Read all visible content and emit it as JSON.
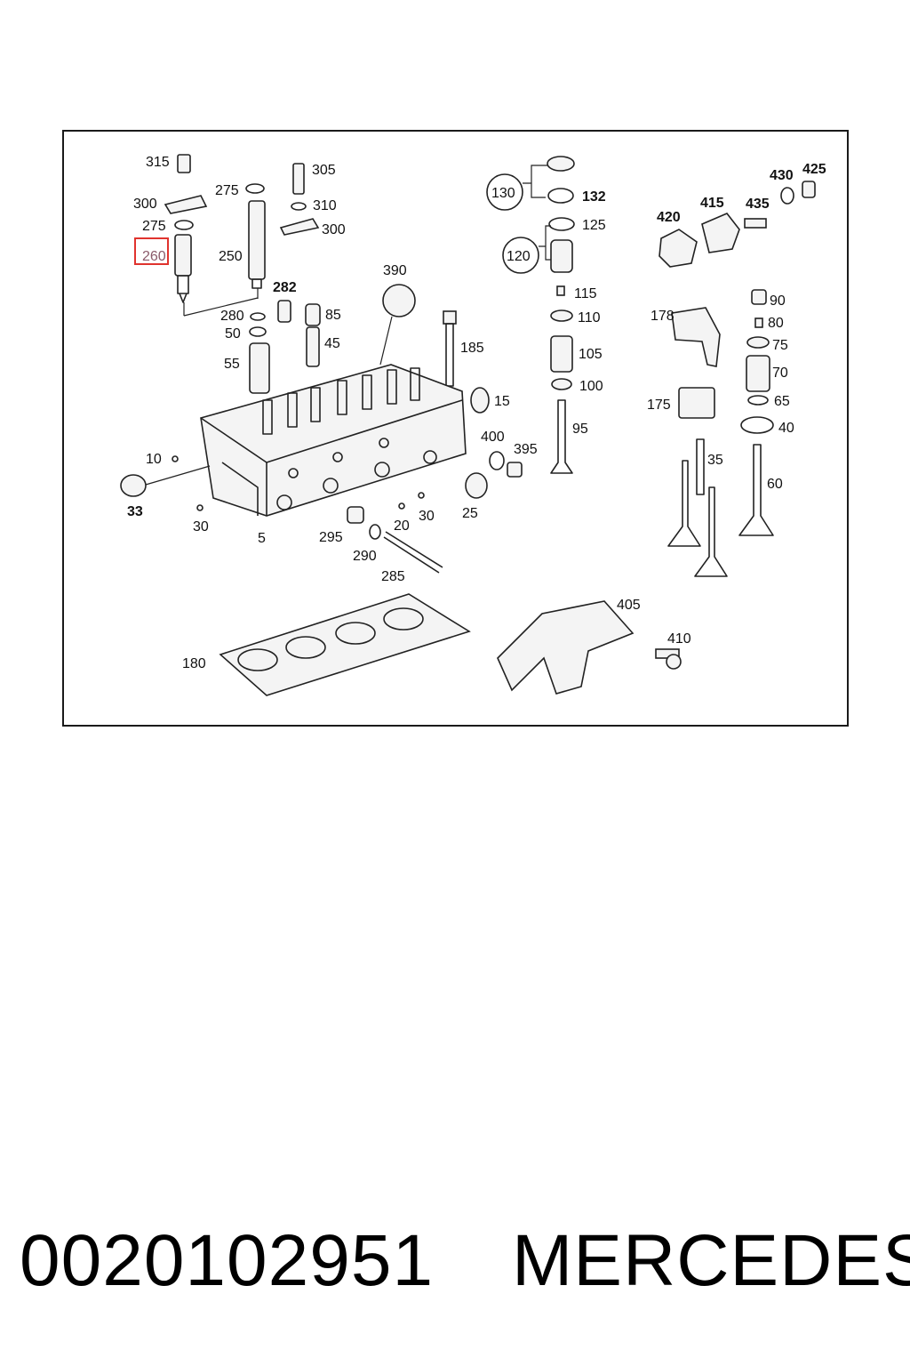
{
  "diagram": {
    "highlighted_part": "260",
    "callouts": {
      "c315": "315",
      "c305": "305",
      "c300a": "300",
      "c275a": "275",
      "c310": "310",
      "c275b": "275",
      "c300b": "300",
      "c260": "260",
      "c250": "250",
      "c282": "282",
      "c280": "280",
      "c85": "85",
      "c50": "50",
      "c45": "45",
      "c55": "55",
      "c390": "390",
      "c185": "185",
      "c130": "130",
      "c132": "132",
      "c125": "125",
      "c120": "120",
      "c115": "115",
      "c110": "110",
      "c105": "105",
      "c100": "100",
      "c95": "95",
      "c15": "15",
      "c400": "400",
      "c395": "395",
      "c10": "10",
      "c33": "33",
      "c30a": "30",
      "c5": "5",
      "c295": "295",
      "c20": "20",
      "c30b": "30",
      "c25": "25",
      "c290": "290",
      "c285": "285",
      "c180": "180",
      "c430": "430",
      "c425": "425",
      "c420": "420",
      "c415": "415",
      "c435": "435",
      "c178": "178",
      "c90": "90",
      "c80": "80",
      "c75": "75",
      "c70": "70",
      "c65": "65",
      "c40": "40",
      "c175": "175",
      "c35": "35",
      "c60": "60",
      "c405": "405",
      "c410": "410"
    }
  },
  "footer": {
    "part_number": "0020102951",
    "brand": "MERCEDES"
  }
}
